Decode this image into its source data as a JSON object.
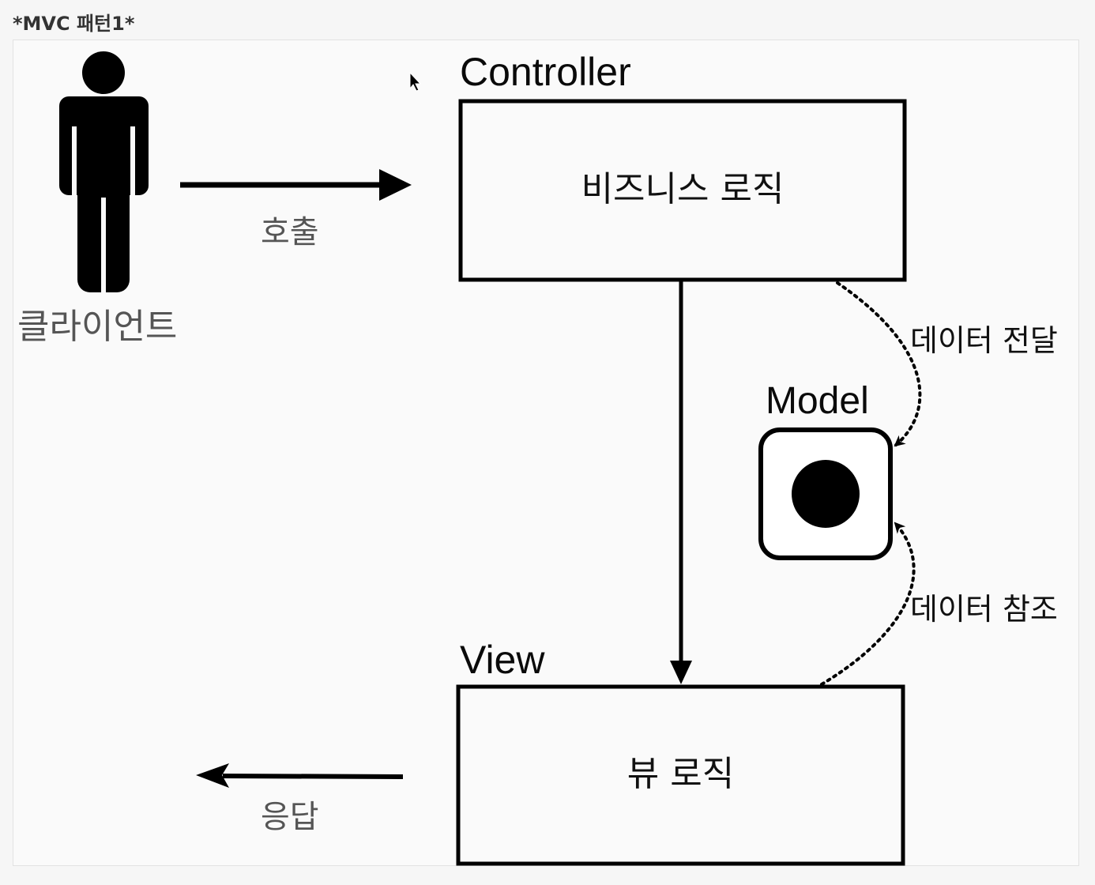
{
  "page": {
    "title": "*MVC 패턴1*"
  },
  "diagram": {
    "actor": {
      "label": "클라이언트"
    },
    "request_arrow": {
      "label": "호출"
    },
    "response_arrow": {
      "label": "응답"
    },
    "controller": {
      "title": "Controller",
      "content": "비즈니스 로직"
    },
    "model": {
      "title": "Model"
    },
    "view": {
      "title": "View",
      "content": "뷰 로직"
    },
    "data_transfer": {
      "label": "데이터 전달"
    },
    "data_reference": {
      "label": "데이터 참조"
    }
  },
  "colors": {
    "stroke": "#000000",
    "muted_text": "#555555",
    "background": "#fafafa"
  }
}
